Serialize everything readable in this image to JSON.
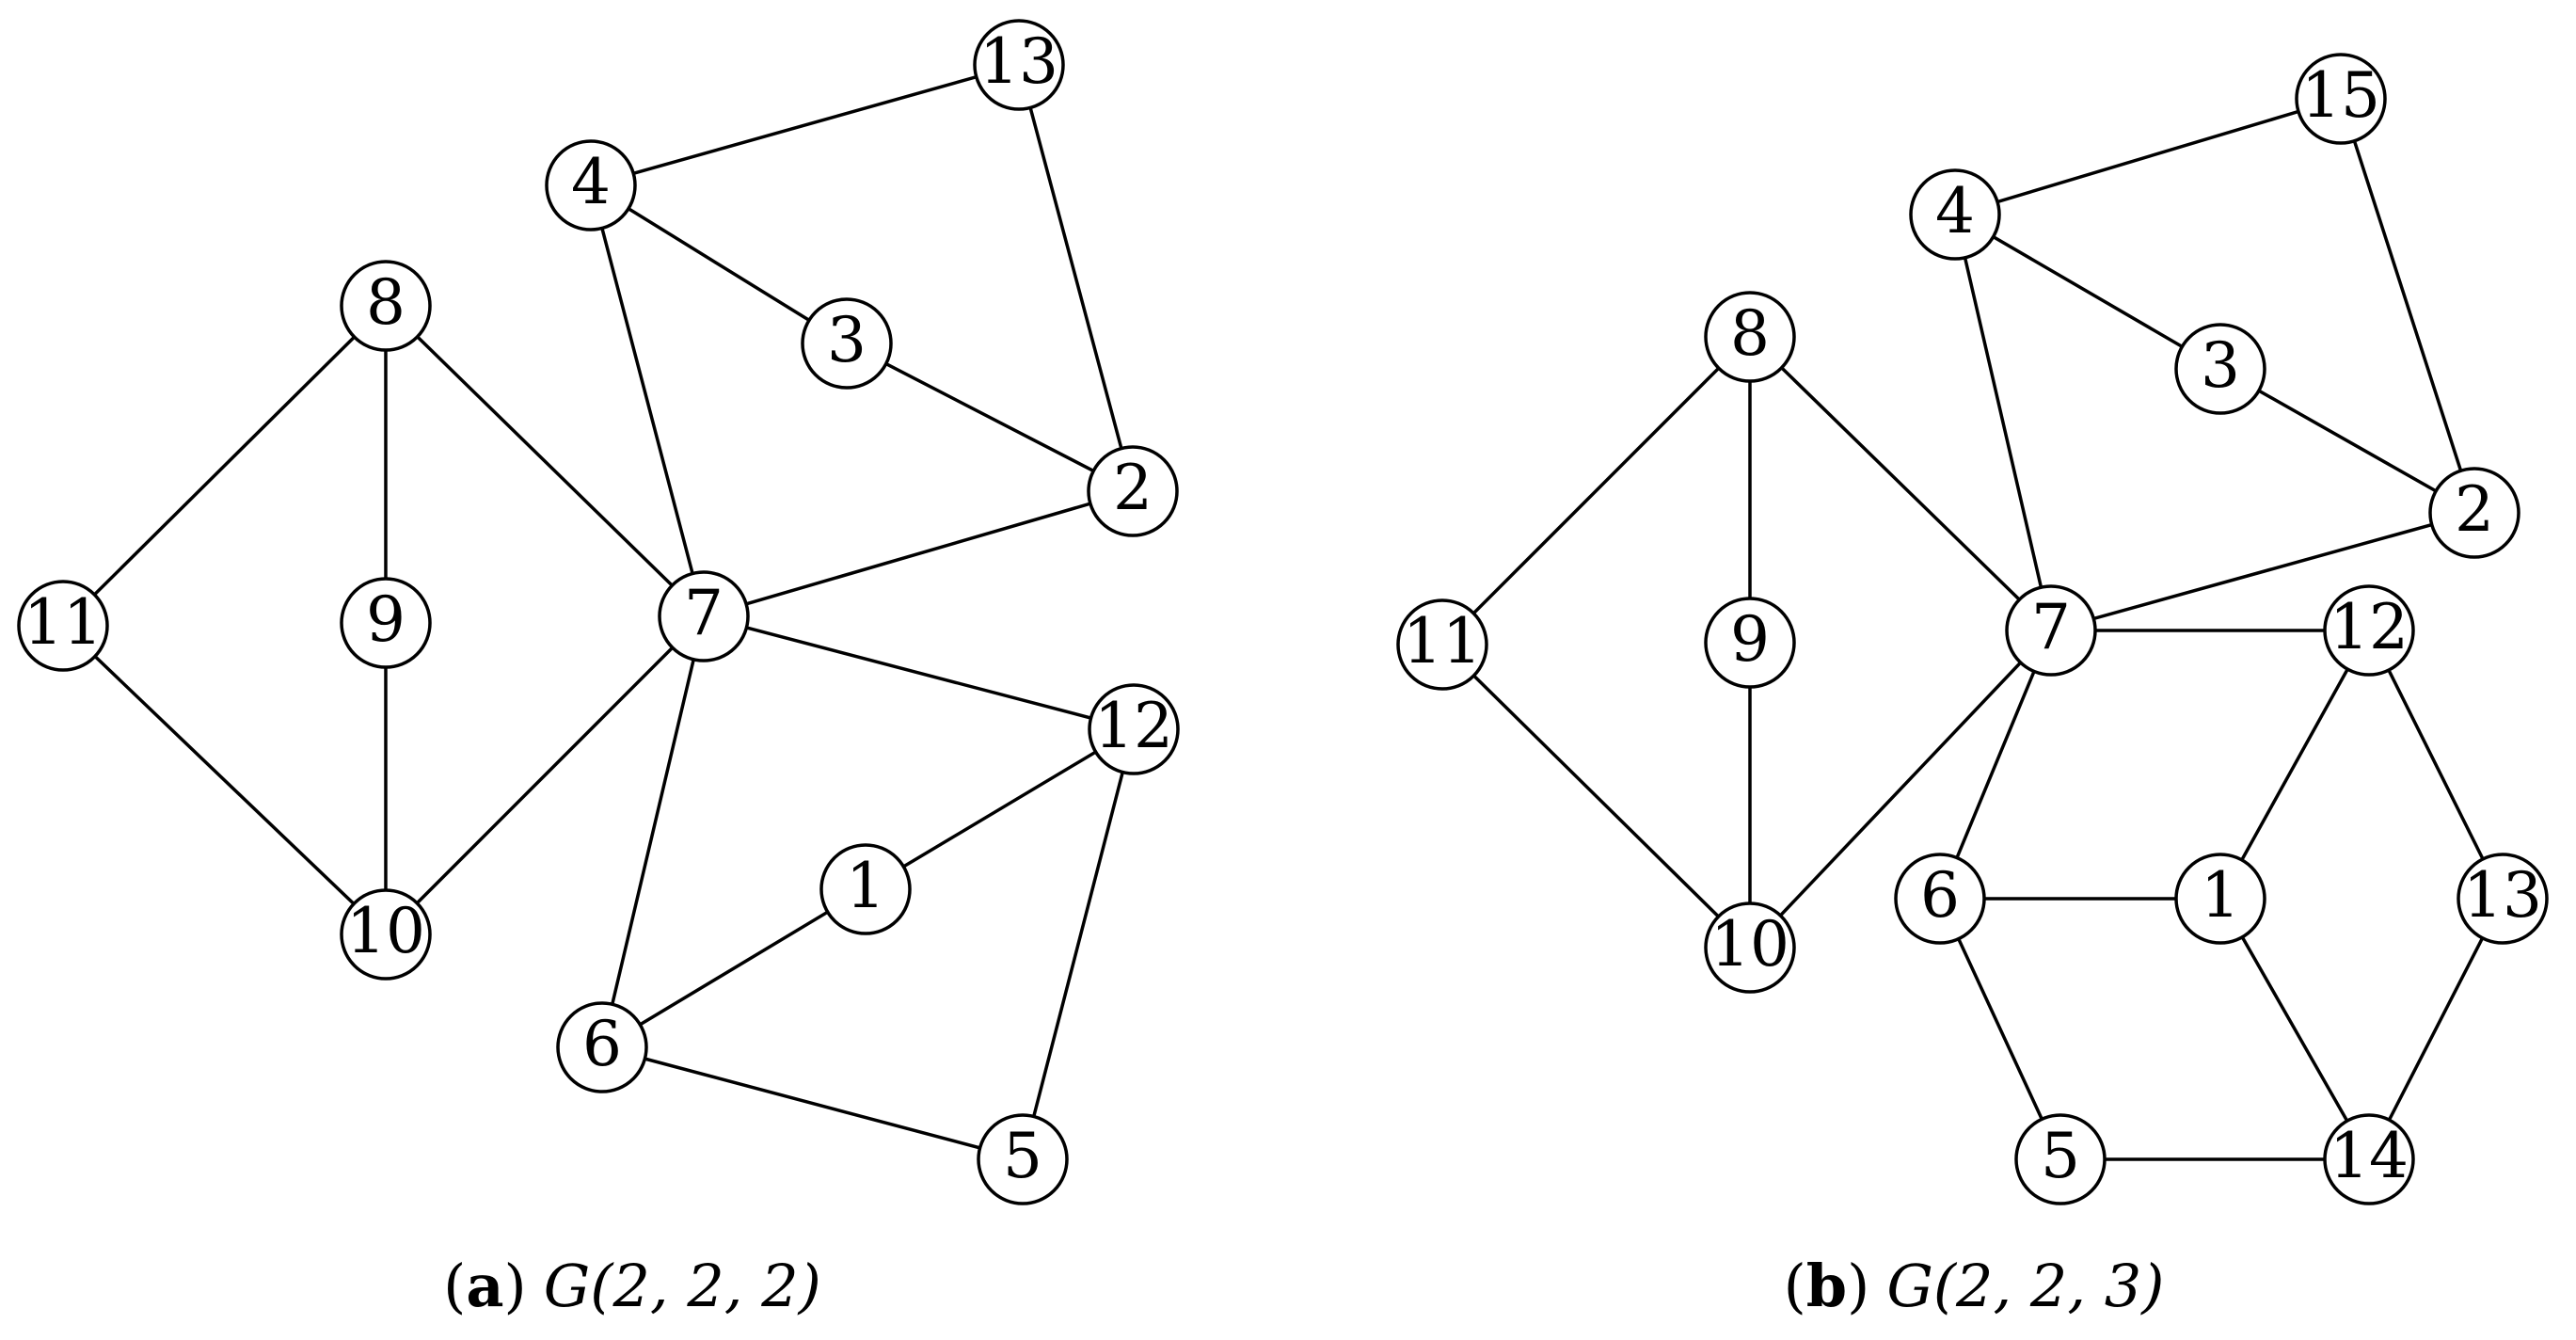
{
  "graphs": [
    {
      "id": "a",
      "caption": {
        "letter": "a",
        "open": "(",
        "close": ")",
        "label": "G(2, 2, 2)"
      },
      "nodes": [
        "1",
        "2",
        "3",
        "4",
        "5",
        "6",
        "7",
        "8",
        "9",
        "10",
        "11",
        "12",
        "13"
      ],
      "edges": [
        [
          "4",
          "13"
        ],
        [
          "13",
          "2"
        ],
        [
          "4",
          "3"
        ],
        [
          "3",
          "2"
        ],
        [
          "4",
          "7"
        ],
        [
          "2",
          "7"
        ],
        [
          "8",
          "11"
        ],
        [
          "8",
          "9"
        ],
        [
          "8",
          "7"
        ],
        [
          "9",
          "10"
        ],
        [
          "11",
          "10"
        ],
        [
          "10",
          "7"
        ],
        [
          "7",
          "12"
        ],
        [
          "12",
          "1"
        ],
        [
          "12",
          "5"
        ],
        [
          "7",
          "6"
        ],
        [
          "6",
          "1"
        ],
        [
          "6",
          "5"
        ]
      ]
    },
    {
      "id": "b",
      "caption": {
        "letter": "b",
        "open": "(",
        "close": ")",
        "label": "G(2, 2, 3)"
      },
      "nodes": [
        "1",
        "2",
        "3",
        "4",
        "5",
        "6",
        "7",
        "8",
        "9",
        "10",
        "11",
        "12",
        "13",
        "14",
        "15"
      ],
      "edges": [
        [
          "4",
          "15"
        ],
        [
          "15",
          "2"
        ],
        [
          "4",
          "3"
        ],
        [
          "3",
          "2"
        ],
        [
          "4",
          "7"
        ],
        [
          "2",
          "7"
        ],
        [
          "8",
          "11"
        ],
        [
          "8",
          "9"
        ],
        [
          "8",
          "7"
        ],
        [
          "9",
          "10"
        ],
        [
          "11",
          "10"
        ],
        [
          "10",
          "7"
        ],
        [
          "7",
          "12"
        ],
        [
          "7",
          "6"
        ],
        [
          "6",
          "1"
        ],
        [
          "1",
          "12"
        ],
        [
          "12",
          "13"
        ],
        [
          "13",
          "14"
        ],
        [
          "1",
          "14"
        ],
        [
          "6",
          "5"
        ],
        [
          "5",
          "14"
        ]
      ]
    }
  ]
}
